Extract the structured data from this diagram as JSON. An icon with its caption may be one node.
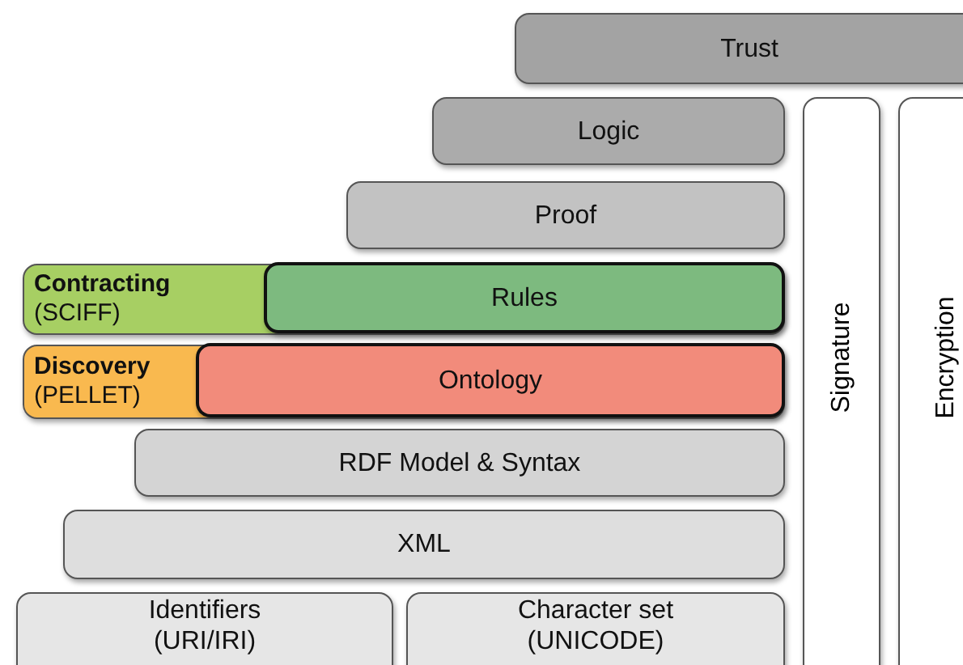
{
  "diagram": {
    "nodes": [
      {
        "text": [
          "Trust"
        ]
      },
      {
        "text": [
          "Logic"
        ]
      },
      {
        "text": [
          "Proof"
        ]
      },
      {
        "text": [
          "Contracting",
          "(SCIFF)"
        ]
      },
      {
        "text": [
          "Rules"
        ],
        "in": 3
      },
      {
        "text": [
          "Discovery",
          "(PELLET)"
        ]
      },
      {
        "text": [
          "Ontology"
        ],
        "in": 5
      },
      {
        "text": [
          "RDF Model & Syntax"
        ]
      },
      {
        "text": [
          "XML"
        ]
      },
      {
        "text": [
          "Identifiers (URI/IRI)"
        ]
      },
      {
        "text": [
          "Character set (UNICODE)"
        ]
      },
      {
        "text": [
          "Signature"
        ]
      },
      {
        "text": [
          "Encryption"
        ]
      }
    ]
  }
}
